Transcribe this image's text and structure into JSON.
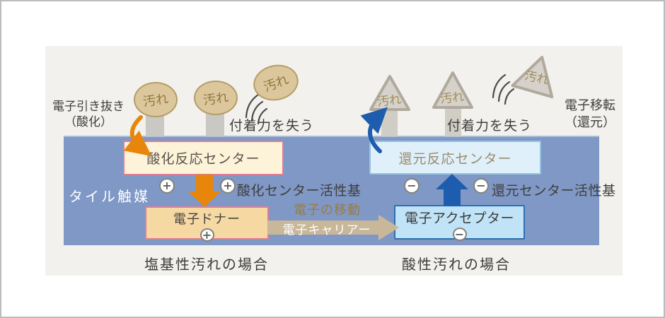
{
  "diagram_title_context": {
    "tile_label": "タイル触媒"
  },
  "left": {
    "extract_line1": "電子引き抜き",
    "extract_line2": "（酸化）",
    "dirt": "汚れ",
    "lose_adhesion": "付着力を失う",
    "reaction_center": "酸化反応センター",
    "active_group": "酸化センター活性基",
    "donor": "電子ドナー",
    "caption": "塩基性汚れの場合",
    "plus": "+"
  },
  "right": {
    "transfer_line1": "電子移転",
    "transfer_line2": "（還元）",
    "dirt": "汚れ",
    "lose_adhesion": "付着力を失う",
    "reaction_center": "還元反応センター",
    "active_group": "還元センター活性基",
    "acceptor": "電子アクセプター",
    "caption": "酸性汚れの場合",
    "minus": "−"
  },
  "middle": {
    "movement": "電子の移動",
    "carrier": "電子キャリアー"
  },
  "colors": {
    "tile_blue": "#8098c6",
    "panel_gray": "#f2f1ed",
    "oxidation_box_fill": "#fdf3d9",
    "oxidation_box_border": "#e07d98",
    "donor_box_fill": "#f6d8a3",
    "reduction_box_fill": "#dff0fa",
    "reduction_box_border": "#94c3de",
    "acceptor_box_fill": "#c0e3f7",
    "acceptor_box_border": "#2e6fb0",
    "orange_arrow": "#e8860b",
    "blue_arrow": "#1e5dad",
    "carrier_arrow": "#c9b79a",
    "dirt_blob_fill": "#dcc79c",
    "dirt_triangle_fill": "#d6d2cb"
  }
}
